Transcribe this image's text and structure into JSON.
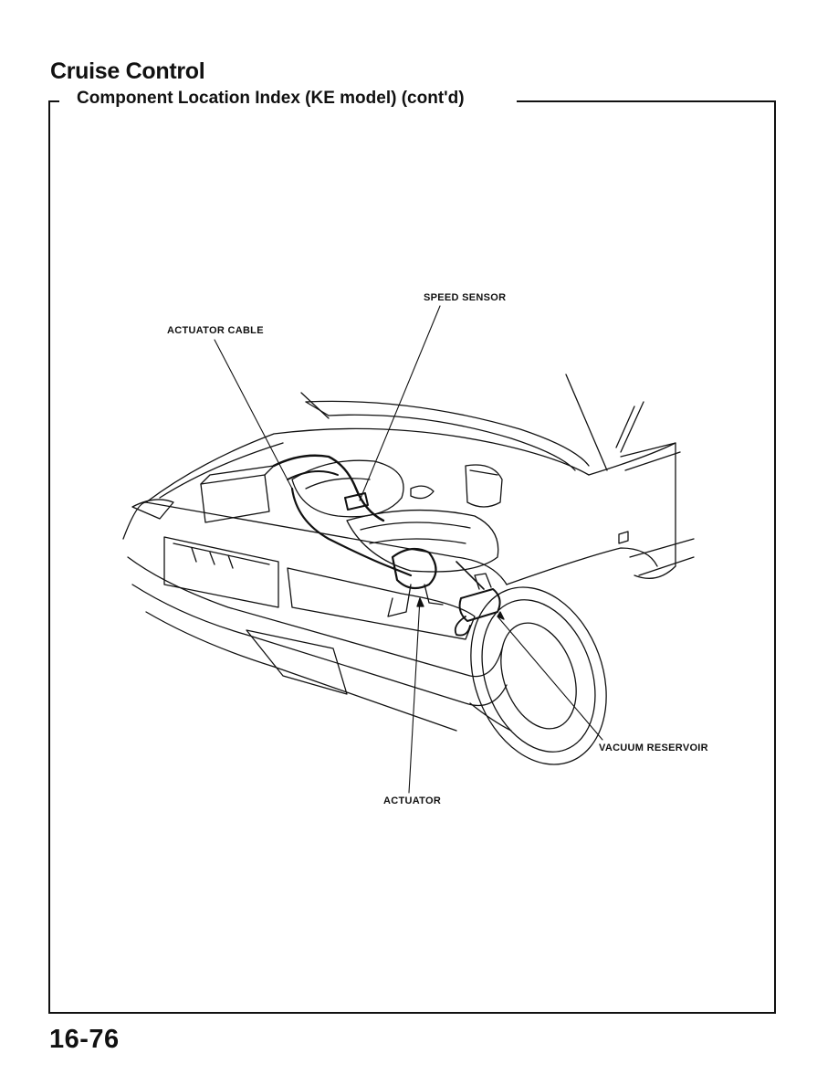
{
  "header": {
    "title": "Cruise Control",
    "section_heading": "Component Location Index (KE model) (cont'd)"
  },
  "figure": {
    "callouts": {
      "speed_sensor": "SPEED SENSOR",
      "actuator_cable": "ACTUATOR CABLE",
      "vacuum_reservoir": "VACUUM RESERVOIR",
      "actuator": "ACTUATOR"
    }
  },
  "footer": {
    "page_number": "16-76"
  }
}
